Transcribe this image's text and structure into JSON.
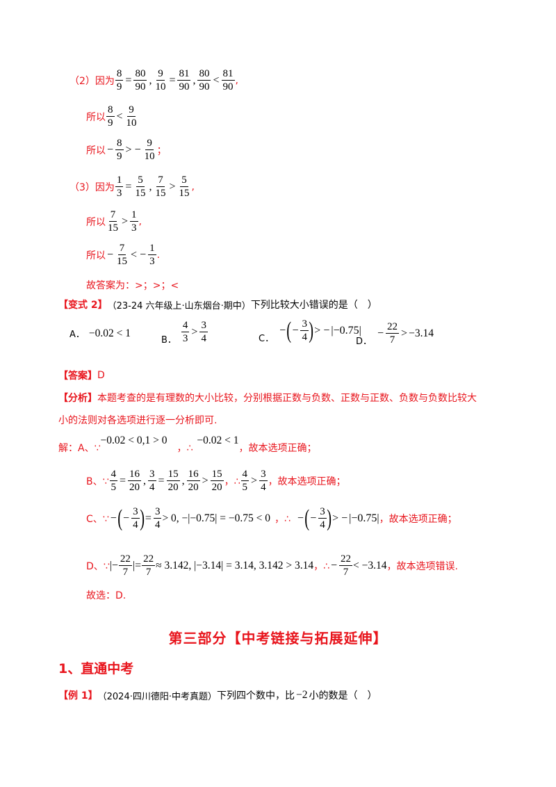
{
  "p2": {
    "label": "（2）因为",
    "because_tail": ",",
    "so1_prefix": "所以",
    "so2_prefix": "所以",
    "so2_tail": "；"
  },
  "p3": {
    "label": "（3）因为",
    "because_tail": ",",
    "so1_prefix": "所以",
    "so1_tail": ",",
    "so2_prefix": "所以",
    "so2_tail": "."
  },
  "answer_line": "故答案为：>；>；<",
  "variant2": {
    "tag": "【变式 2】",
    "source": "（23-24 六年级上·山东烟台·期中）",
    "question": "下列比较大小错误的是（　）",
    "options": {
      "a_label": "A．",
      "a_expr": "−0.02 < 1",
      "b_label": "B．",
      "c_label": "C．",
      "d_label": "D．"
    },
    "answer_tag": "【答案】",
    "answer": "D",
    "analysis_tag": "【分析】",
    "analysis": "本题考查的是有理数的大小比较，分别根据正数与负数、正数与正数、负数与负数比较大",
    "analysis_cont": "小的法则对各选项进行逐一分析即可.",
    "sol_a_prefix": "解：A、∵",
    "sol_a_expr": "−0.02 < 0,1 > 0",
    "therefore": "，∴",
    "sol_a_res": "−0.02 < 1",
    "correct": "，故本选项正确；",
    "sol_b_prefix": "B、∵",
    "sol_c_prefix": "C、∵",
    "sol_d_prefix": "D、∵",
    "wrong": "，故本选项错误.",
    "choose": "故选：D."
  },
  "section3": {
    "title": "第三部分【中考链接与拓展延伸】",
    "subtitle": "1、直通中考",
    "example_tag": "【例 1】",
    "example_source": "（2024·四川德阳·中考真题）",
    "example_question_a": "下列四个数中，比",
    "example_value": "−2",
    "example_question_b": "小的数是（　）"
  }
}
